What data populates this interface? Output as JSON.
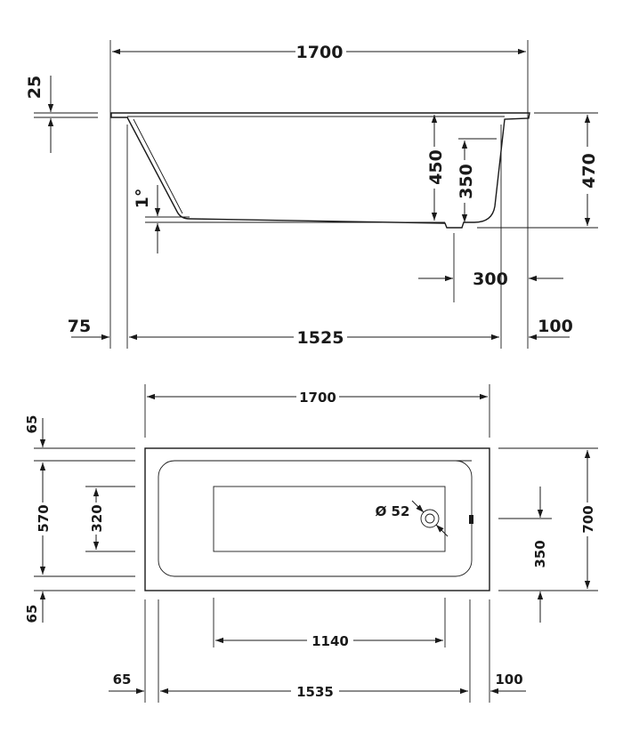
{
  "side_view": {
    "overall_length": "1700",
    "rim_thickness": "25",
    "inner_depth": "450",
    "drain_depth": "350",
    "overall_height": "470",
    "slope_angle": "1°",
    "drain_offset": "300",
    "left_rim": "75",
    "inner_bottom_length": "1525",
    "right_rim": "100"
  },
  "plan_view": {
    "overall_length": "1700",
    "top_rim": "65",
    "inner_width": "570",
    "floor_width": "320",
    "bottom_rim": "65",
    "drain_diameter": "Ø 52",
    "drain_position": "350",
    "overall_width": "700",
    "floor_length": "1140",
    "left_rim": "65",
    "inner_length": "1535",
    "right_rim": "100"
  }
}
